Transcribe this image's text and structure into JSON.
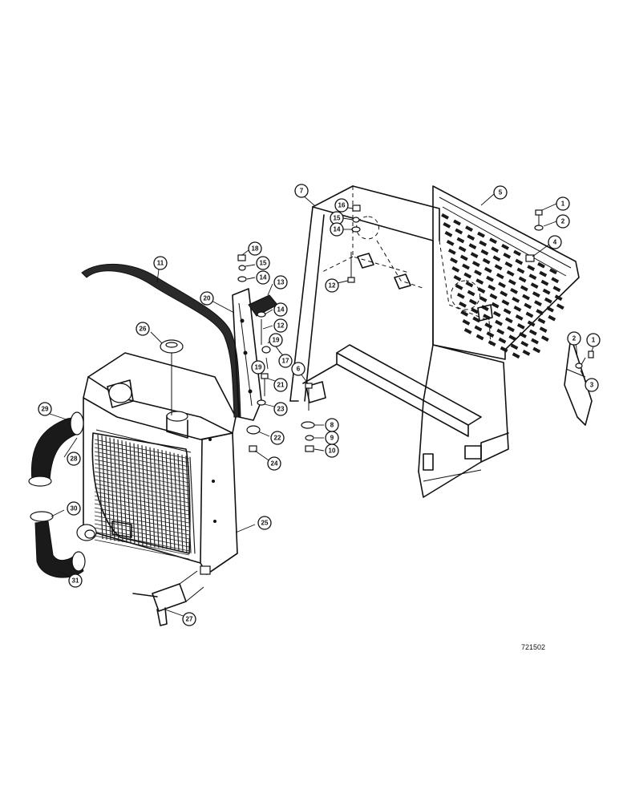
{
  "figure_code": "721502",
  "part_numbers": [
    "1",
    "2",
    "3",
    "4",
    "5",
    "6",
    "7",
    "8",
    "9",
    "10",
    "11",
    "12",
    "13",
    "14",
    "15",
    "16",
    "17",
    "18",
    "19",
    "20",
    "21",
    "22",
    "23",
    "24",
    "25",
    "26",
    "27",
    "28",
    "29",
    "30",
    "31"
  ]
}
